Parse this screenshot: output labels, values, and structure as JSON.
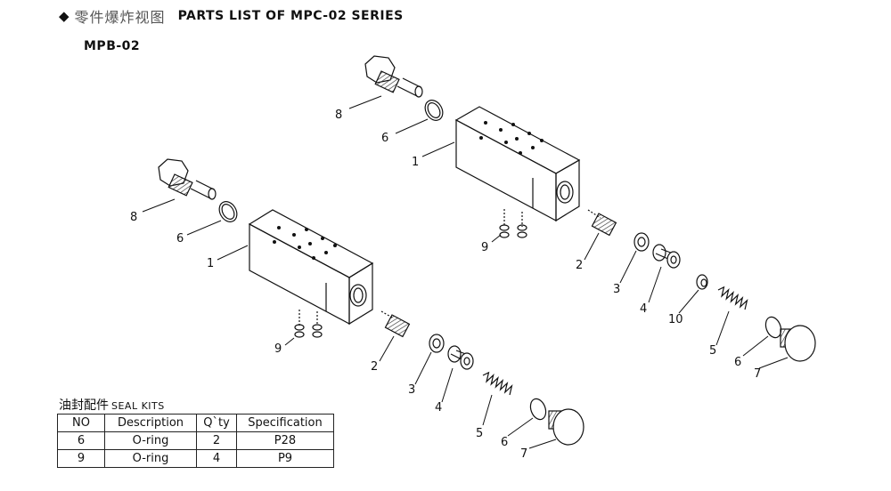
{
  "header": {
    "cn_title": "零件爆炸视图",
    "en_title": "PARTS LIST OF MPC-02 SERIES",
    "model": "MPB-02"
  },
  "seal_kits": {
    "cn_title": "油封配件",
    "en_title": "SEAL KITS",
    "columns": [
      "NO",
      "Description",
      "Q`ty",
      "Specification"
    ],
    "rows": [
      [
        "6",
        "O-ring",
        "2",
        "P28"
      ],
      [
        "9",
        "O-ring",
        "4",
        "P9"
      ]
    ]
  },
  "callouts": {
    "upper": [
      "8",
      "6",
      "1",
      "9",
      "2",
      "3",
      "4",
      "10",
      "5",
      "6",
      "7"
    ],
    "lower": [
      "8",
      "6",
      "1",
      "9",
      "2",
      "3",
      "4",
      "5",
      "6",
      "7"
    ]
  }
}
